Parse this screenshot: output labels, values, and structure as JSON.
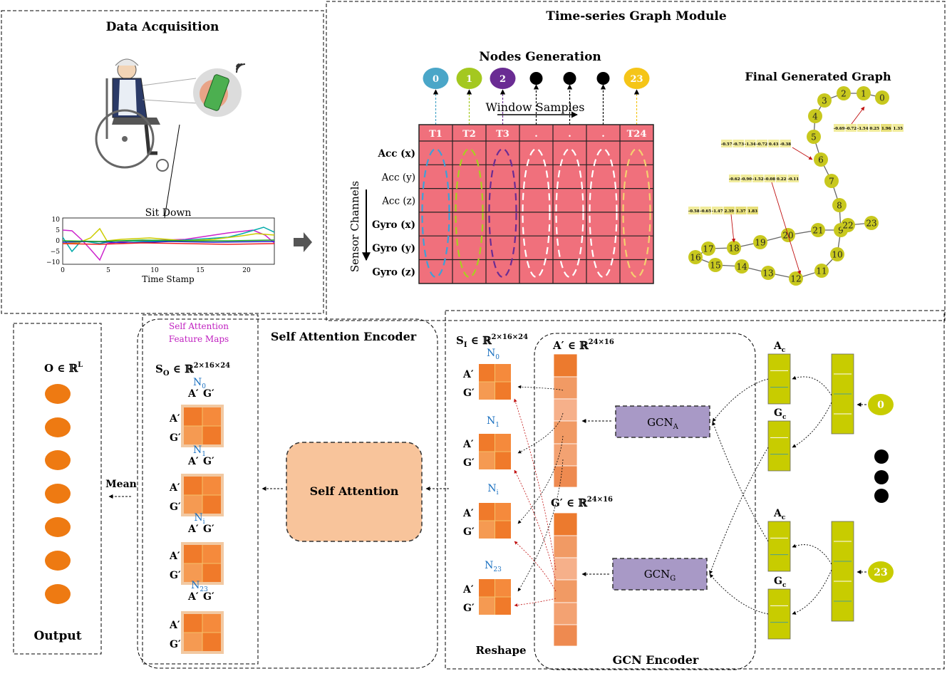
{
  "data_acquisition": {
    "title": "Data Acquisition",
    "plot_title": "Sit Down",
    "xlabel": "Time Stamp",
    "yticks": [
      "10",
      "5",
      "0",
      "−5",
      "−10"
    ],
    "xticks": [
      "0",
      "5",
      "10",
      "15",
      "20"
    ]
  },
  "time_series_module": {
    "title": "Time-series Graph Module",
    "nodes_generation": "Nodes Generation",
    "window_samples": "Window Samples",
    "sensor_channels": "Sensor Channels",
    "nodes": [
      {
        "label": "0",
        "color": "#4aa6c8"
      },
      {
        "label": "1",
        "color": "#a4c820"
      },
      {
        "label": "2",
        "color": "#6a2c93"
      },
      {
        "label": "",
        "color": "#000000"
      },
      {
        "label": "",
        "color": "#000000"
      },
      {
        "label": "",
        "color": "#000000"
      },
      {
        "label": "23",
        "color": "#f5c518"
      }
    ],
    "columns": [
      "T1",
      "T2",
      "T3",
      ".",
      ".",
      ".",
      "T24"
    ],
    "rows": [
      "Acc (x)",
      "Acc (y)",
      "Acc (z)",
      "Gyro (x)",
      "Gyro (y)",
      "Gyro (z)"
    ],
    "final_graph_title": "Final Generated Graph",
    "feature_rows": [
      [
        "-0.69",
        "-0.72",
        "-1.54",
        "0.25",
        "1.96",
        "1.35"
      ],
      [
        "-0.57",
        "-0.73",
        "-1.34",
        "-0.72",
        "0.43",
        "-0.38"
      ],
      [
        "-0.62",
        "-0.90",
        "-1.52",
        "-0.08",
        "0.22",
        "-0.11"
      ],
      [
        "-0.58",
        "-0.65",
        "-1.47",
        "2.39",
        "1.37",
        "1.83"
      ]
    ],
    "graph_color": "#c8c81e"
  },
  "output": {
    "formula": "O ∈ ℝ",
    "formula_sup": "L",
    "label": "Output",
    "mean_label": "Mean"
  },
  "self_attention_encoder": {
    "title": "Self Attention Encoder",
    "feature_maps": [
      "Self Attention",
      "Feature Maps"
    ],
    "so_formula": "S",
    "so_sub": "O",
    "so_rest": " ∈ ℝ",
    "so_sup": "2×16×24",
    "block_label": "Self Attention",
    "node_labels": [
      {
        "n": "N",
        "s": "0"
      },
      {
        "n": "N",
        "s": "1"
      },
      {
        "n": "N",
        "s": "i"
      },
      {
        "n": "N",
        "s": "23"
      }
    ],
    "a_label": "A′",
    "g_label": "G′"
  },
  "reshape": {
    "si_formula": "S",
    "si_sub": "I",
    "si_rest": " ∈ ℝ",
    "si_sup": "2×16×24",
    "label": "Reshape"
  },
  "gcn_encoder": {
    "title": "GCN Encoder",
    "a_prime": "A′ ∈ ℝ",
    "a_sup": "24×16",
    "g_prime": "G′ ∈ ℝ",
    "g_sup": "24×16",
    "gcn_a": "GCN",
    "gcn_a_sub": "A",
    "gcn_g": "GCN",
    "gcn_g_sub": "G",
    "ac": "A",
    "ac_sub": "c",
    "gc": "G",
    "gc_sub": "c",
    "input_nodes": [
      "0",
      "23"
    ]
  }
}
